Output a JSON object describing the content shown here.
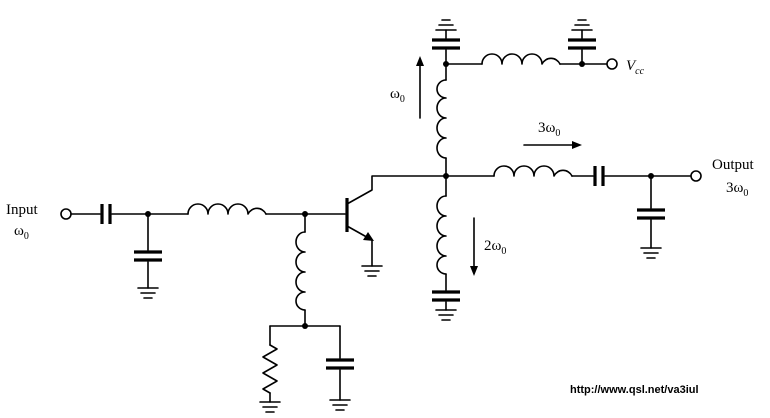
{
  "labels": {
    "input": "Input",
    "input_freq": "ω",
    "input_freq_sub": "0",
    "output": "Output",
    "output_freq_pre": "3ω",
    "output_freq_sub": "0",
    "vcc_main": "V",
    "vcc_sub": "cc",
    "tank_up": "ω",
    "tank_up_sub": "0",
    "tank_out_pre": "3ω",
    "tank_out_sub": "0",
    "tank_down_pre": "2ω",
    "tank_down_sub": "0"
  },
  "source_url": "http://www.qsl.net/va3iul"
}
